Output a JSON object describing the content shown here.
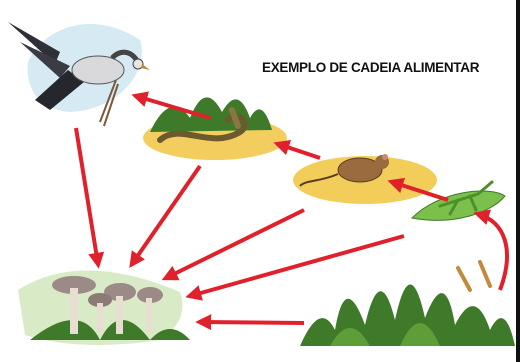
{
  "diagram": {
    "title": "EXEMPLO DE CADEIA ALIMENTAR",
    "organisms": [
      {
        "id": "bird",
        "icon": "secretary-bird-icon"
      },
      {
        "id": "snake",
        "icon": "snake-icon"
      },
      {
        "id": "mouse",
        "icon": "mouse-icon"
      },
      {
        "id": "mantis",
        "icon": "praying-mantis-icon"
      },
      {
        "id": "plants",
        "icon": "grass-plants-icon"
      },
      {
        "id": "fungi",
        "icon": "mushrooms-icon"
      }
    ],
    "arrows": [
      {
        "from": "snake",
        "to": "bird"
      },
      {
        "from": "mouse",
        "to": "snake"
      },
      {
        "from": "mantis",
        "to": "mouse"
      },
      {
        "from": "plants",
        "to": "mantis"
      },
      {
        "from": "bird",
        "to": "fungi"
      },
      {
        "from": "snake",
        "to": "fungi"
      },
      {
        "from": "mouse",
        "to": "fungi"
      },
      {
        "from": "mantis",
        "to": "fungi"
      },
      {
        "from": "plants",
        "to": "fungi"
      }
    ],
    "colors": {
      "arrow": "#e0202a",
      "sky_patch": "#cfe6f2",
      "sand_patch": "#f2c94c",
      "grass": "#3f7a2a",
      "mushroom": "#9c8a86"
    }
  }
}
